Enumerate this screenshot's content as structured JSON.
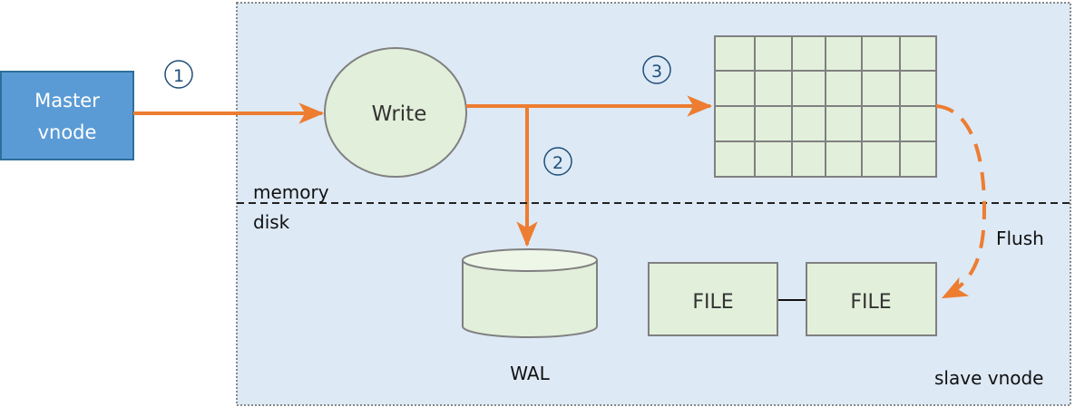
{
  "master": {
    "line1": "Master",
    "line2": "vnode"
  },
  "write_label": "Write",
  "steps": {
    "one": "1",
    "two": "2",
    "three": "3"
  },
  "memory_label": "memory",
  "disk_label": "disk",
  "wal_label": "WAL",
  "flush_label": "Flush",
  "files": [
    "FILE",
    "FILE"
  ],
  "slave_label": "slave vnode",
  "colors": {
    "arrow": "#ed7d31",
    "master": "#5b9bd5",
    "region": "#dde9f5",
    "node": "#e2efda",
    "step": "#1f4e79"
  }
}
